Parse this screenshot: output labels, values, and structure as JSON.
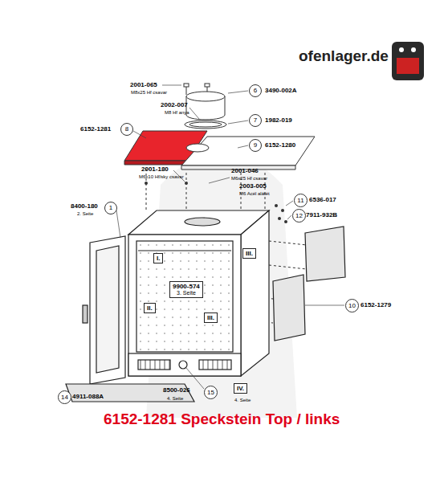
{
  "diagram": {
    "title": "6152-1281 Speckstein Top / links",
    "nodes": [
      {
        "text": [
          "6"
        ]
      },
      {
        "text": [
          "7"
        ]
      },
      {
        "text": [
          "8"
        ]
      },
      {
        "text": [
          "9"
        ]
      },
      {
        "text": [
          "11"
        ]
      },
      {
        "text": [
          "1"
        ]
      },
      {
        "text": [
          "12"
        ]
      },
      {
        "text": [
          "I."
        ]
      },
      {
        "text": [
          "III."
        ]
      },
      {
        "text": [
          "9900-574",
          "3. Seite"
        ]
      },
      {
        "text": [
          "II."
        ]
      },
      {
        "text": [
          "III."
        ]
      },
      {
        "text": [
          "10"
        ]
      },
      {
        "text": [
          "14"
        ]
      },
      {
        "text": [
          "15"
        ]
      },
      {
        "text": [
          "IV."
        ]
      }
    ],
    "labels": [
      "ofenlager.de",
      "2001-065",
      "M8x25 Hf csavar",
      "3490-002A",
      "2002-007",
      "M8 Hf anya",
      "1982-019",
      "6152-1281",
      "6152-1280",
      "2001-180",
      "M6x10 Hf/sky csavar",
      "2001-046",
      "M6x25 Hf csavar",
      "2003-005",
      "M6 Acél alátét",
      "6536-017",
      "8400-180",
      "2. Seite",
      "7911-932B",
      "6152-1279",
      "4911-088A",
      "8500-026",
      "4. Seite",
      "4. Seite"
    ]
  }
}
